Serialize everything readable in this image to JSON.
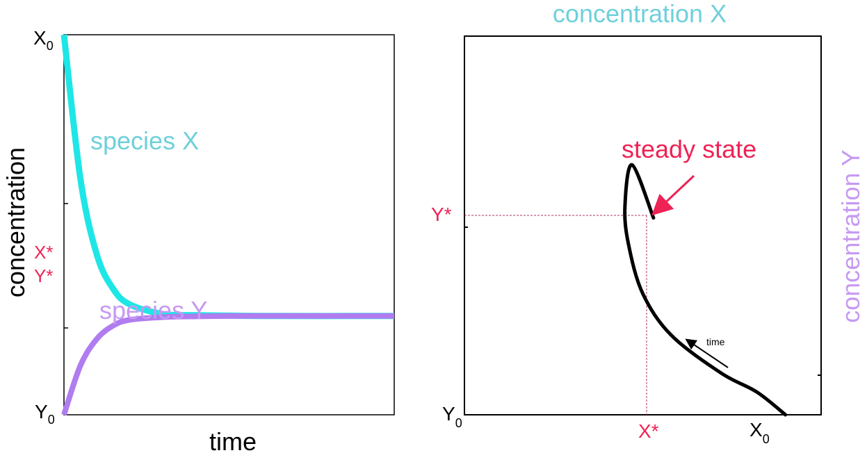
{
  "colors": {
    "species_x": "#1fe6e6",
    "species_y": "#b07cf0",
    "steady": "#ee2255",
    "label_x": "#6ed0db",
    "label_y": "#c69af2",
    "axis": "#000000",
    "trajectory": "#000000"
  },
  "chart_data": [
    {
      "type": "line",
      "xlabel": "time",
      "ylabel": "concentration",
      "ytick_labels": {
        "top": "X",
        "top_sub": "0",
        "mid1": "X*",
        "mid2": "Y*",
        "bottom": "Y",
        "bottom_sub": "0"
      },
      "annotations": {
        "x_series": "species X",
        "y_series": "species Y"
      },
      "series": [
        {
          "name": "species X",
          "x": [
            0,
            0.05,
            0.1,
            0.15,
            0.2,
            0.3,
            0.4,
            0.5,
            0.6,
            1.0
          ],
          "y": [
            1.0,
            0.62,
            0.42,
            0.33,
            0.29,
            0.265,
            0.262,
            0.261,
            0.26,
            0.26
          ]
        },
        {
          "name": "species Y",
          "x": [
            0,
            0.05,
            0.1,
            0.15,
            0.2,
            0.3,
            0.4,
            0.5,
            0.6,
            1.0
          ],
          "y": [
            0.0,
            0.13,
            0.2,
            0.235,
            0.25,
            0.257,
            0.259,
            0.26,
            0.26,
            0.26
          ]
        }
      ],
      "xlim": [
        0,
        1
      ],
      "ylim": [
        0,
        1
      ],
      "grid": false
    },
    {
      "type": "line",
      "title": "concentration X",
      "right_label": "concentration Y",
      "annotations": {
        "steady": "steady state",
        "time_arrow": "time"
      },
      "tick_labels": {
        "origin_y": "Y",
        "origin_y_sub": "0",
        "y_star": "Y*",
        "x_star": "X*",
        "x0": "X",
        "x0_sub": "0"
      },
      "series": [
        {
          "x": [
            0.9,
            0.82,
            0.72,
            0.58,
            0.5,
            0.46,
            0.45,
            0.47,
            0.53
          ],
          "y": [
            0.0,
            0.06,
            0.11,
            0.21,
            0.32,
            0.45,
            0.55,
            0.66,
            0.52
          ]
        }
      ],
      "grid": false
    }
  ]
}
